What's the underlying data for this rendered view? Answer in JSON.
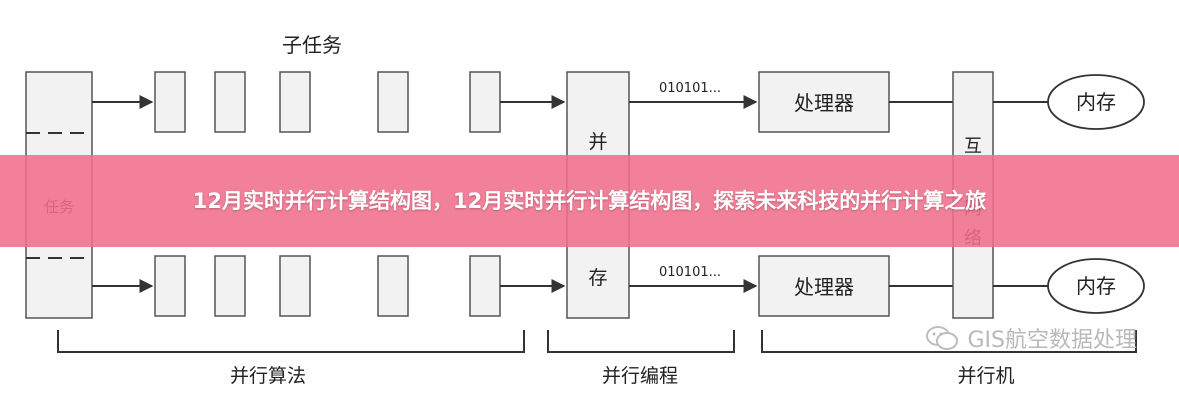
{
  "diagram": {
    "top_label": "子任务",
    "bits_top": "010101...",
    "bits_bottom": "010101...",
    "processor_top": "处理器",
    "processor_bottom": "处理器",
    "memory_top": "内存",
    "memory_bottom": "内存",
    "parallel_box_chars": [
      "并",
      "存"
    ],
    "interconnect_chars": [
      "互",
      "网",
      "络"
    ],
    "left_box_text": "任务",
    "bottom_labels": {
      "algorithm": "并行算法",
      "programming": "并行编程",
      "machine": "并行机"
    },
    "colors": {
      "line": "#333333",
      "box_border": "#555555",
      "box_fill": "#f2f2f2"
    }
  },
  "banner": {
    "title": "12月实时并行计算结构图，12月实时并行计算结构图，探索未来科技的并行计算之旅",
    "color": "#f06e8c"
  },
  "watermark": {
    "text": "GIS航空数据处理",
    "icon": "wechat-icon"
  }
}
